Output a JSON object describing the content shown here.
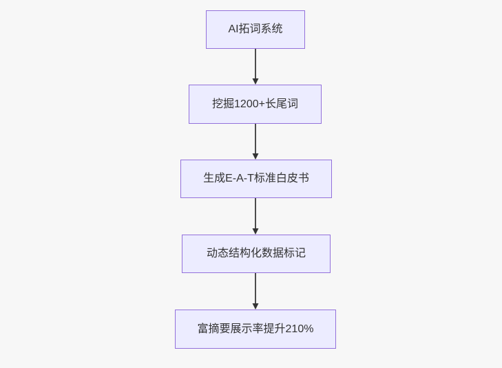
{
  "diagram": {
    "type": "flowchart",
    "direction": "top-down",
    "nodes": [
      {
        "id": "A",
        "label": "AI拓词系统"
      },
      {
        "id": "B",
        "label": "挖掘1200+长尾词"
      },
      {
        "id": "C",
        "label": "生成E-A-T标准白皮书"
      },
      {
        "id": "D",
        "label": "动态结构化数据标记"
      },
      {
        "id": "E",
        "label": "富摘要展示率提升210%"
      }
    ],
    "edges": [
      {
        "from": "A",
        "to": "B",
        "style": "arrow"
      },
      {
        "from": "B",
        "to": "C",
        "style": "arrow"
      },
      {
        "from": "C",
        "to": "D",
        "style": "arrow"
      },
      {
        "from": "D",
        "to": "E",
        "style": "arrow"
      }
    ],
    "colors": {
      "background": "#f7f7f7",
      "node_fill": "#ECECFF",
      "node_border": "#9370DB",
      "arrow": "#333333",
      "text": "#333333"
    }
  }
}
